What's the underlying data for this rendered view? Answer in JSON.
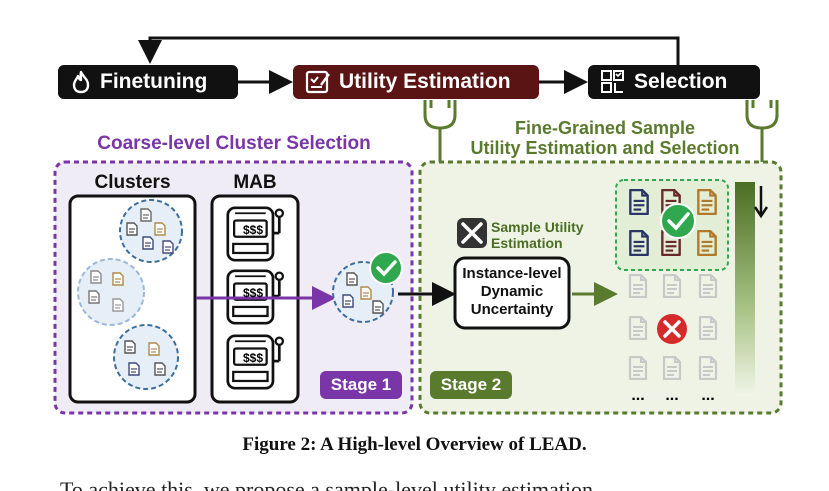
{
  "pipeline": {
    "finetuning": "Finetuning",
    "utility_estimation": "Utility Estimation",
    "selection": "Selection"
  },
  "stage1": {
    "heading": "Coarse-level Cluster Selection",
    "clusters_title": "Clusters",
    "mab_title": "MAB",
    "slot_text": "$$$",
    "tag": "Stage 1"
  },
  "stage2": {
    "heading_line1": "Fine-Grained Sample",
    "heading_line2": "Utility Estimation and Selection",
    "sample_utility_line1": "Sample Utility",
    "sample_utility_line2": "Estimation",
    "instance_line1": "Instance-level",
    "instance_line2": "Dynamic",
    "instance_line3": "Uncertainty",
    "ellipsis": "...",
    "tag": "Stage 2"
  },
  "caption": "Figure 2: A High-level Overview of LEAD.",
  "body_text_cut": "To achieve this, we propose a sample-level utility estimation",
  "colors": {
    "black": "#111111",
    "utility_red": "#5a1414",
    "stage1_purple": "#7a35a8",
    "stage2_green": "#5a7a2e",
    "check_green": "#2fa84f",
    "cross_red": "#d42a2a"
  },
  "icons": [
    "flame-icon",
    "checklist-icon",
    "grid-select-icon",
    "tools-icon",
    "check-icon",
    "cross-icon",
    "document-icon",
    "slot-machine-icon",
    "power-plug-icon",
    "down-arrow-icon"
  ]
}
